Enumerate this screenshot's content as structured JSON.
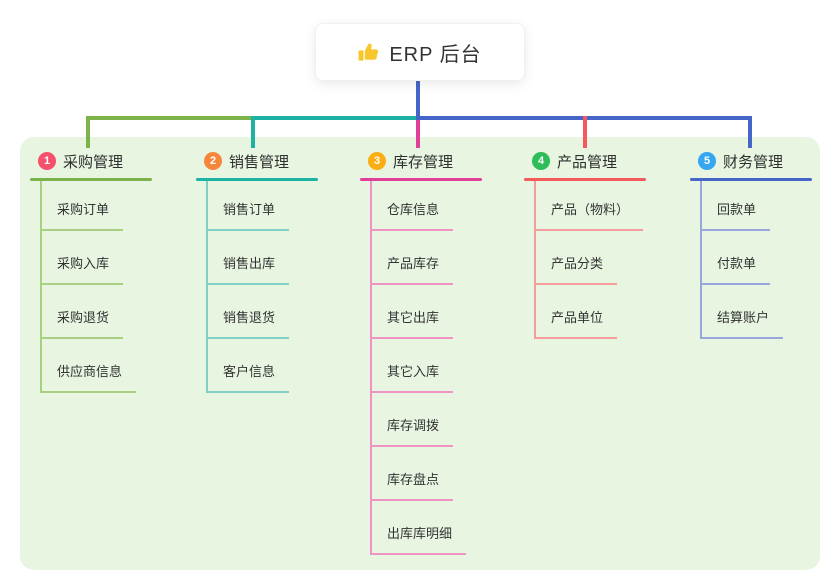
{
  "root": {
    "title": "ERP 后台",
    "icon": "thumbs-up-icon",
    "icon_color": "#F7C72D"
  },
  "canvas": {
    "background": "#ffffff",
    "panel_background": "#E7F5E1",
    "text_color": "#333333",
    "root_stem_color": "#4565C8"
  },
  "branches": [
    {
      "badge": "1",
      "badge_color": "#F5516C",
      "label": "采购管理",
      "line_color": "#7CB24A",
      "child_line_color": "#A8CF82",
      "children": [
        "采购订单",
        "采购入库",
        "采购退货",
        "供应商信息"
      ]
    },
    {
      "badge": "2",
      "badge_color": "#F6863C",
      "label": "销售管理",
      "line_color": "#1CB3A4",
      "child_line_color": "#7FD0C7",
      "children": [
        "销售订单",
        "销售出库",
        "销售退货",
        "客户信息"
      ]
    },
    {
      "badge": "3",
      "badge_color": "#F9AE13",
      "label": "库存管理",
      "line_color": "#E0409A",
      "child_line_color": "#F095C3",
      "children": [
        "仓库信息",
        "产品库存",
        "其它出库",
        "其它入库",
        "库存调拨",
        "库存盘点",
        "出库库明细"
      ]
    },
    {
      "badge": "4",
      "badge_color": "#2EBD59",
      "label": "产品管理",
      "line_color": "#F4595C",
      "child_line_color": "#F79C9C",
      "children": [
        "产品（物料）",
        "产品分类",
        "产品单位"
      ]
    },
    {
      "badge": "5",
      "badge_color": "#36A6F0",
      "label": "财务管理",
      "line_color": "#4565C8",
      "child_line_color": "#96A7DE",
      "children": [
        "回款单",
        "付款单",
        "结算账户"
      ]
    }
  ]
}
